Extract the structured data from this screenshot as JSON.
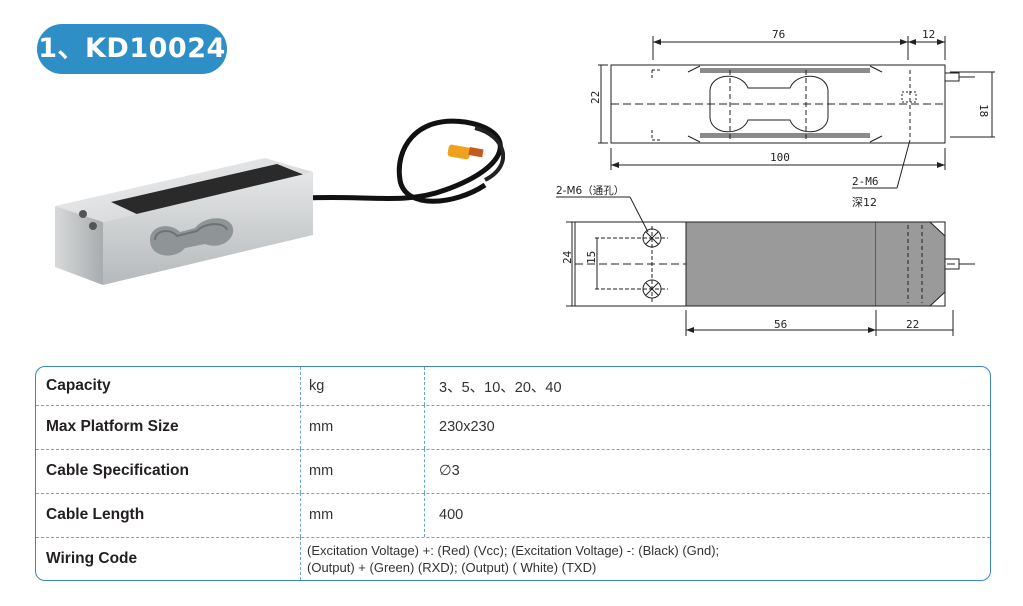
{
  "title": "1、KD10024",
  "drawing": {
    "dim_top_length": "76",
    "dim_top_right": "12",
    "dim_left_height": "22",
    "dim_right_height": "18",
    "dim_bottom_length": "100",
    "callout_thread": "2-M6",
    "callout_depth": "深12",
    "callout_through": "2-M6（通孔）",
    "dim_side_height": "24",
    "dim_side_pitch": "15",
    "dim_bottom_left": "56",
    "dim_bottom_right": "22"
  },
  "specs": {
    "capacity": {
      "label": "Capacity",
      "unit": "kg",
      "value": "3、5、10、20、40"
    },
    "platform": {
      "label": "Max Platform Size",
      "unit": "mm",
      "value": "230x230"
    },
    "cable_spec": {
      "label": "Cable Specification",
      "unit": "mm",
      "value": "∅3"
    },
    "cable_length": {
      "label": "Cable Length",
      "unit": "mm",
      "value": "400"
    },
    "wiring": {
      "label": "Wiring Code",
      "line1": "(Excitation Voltage) +:  (Red) (Vcc); (Excitation Voltage)  -:  (Black) (Gnd);",
      "line2": "(Output)  + (Green) (RXD); (Output)   ( White) (TXD)"
    }
  },
  "colors": {
    "accent": "#2e8fc6",
    "table_border": "#3a86c0",
    "table_divider": "#6aa7d4"
  }
}
